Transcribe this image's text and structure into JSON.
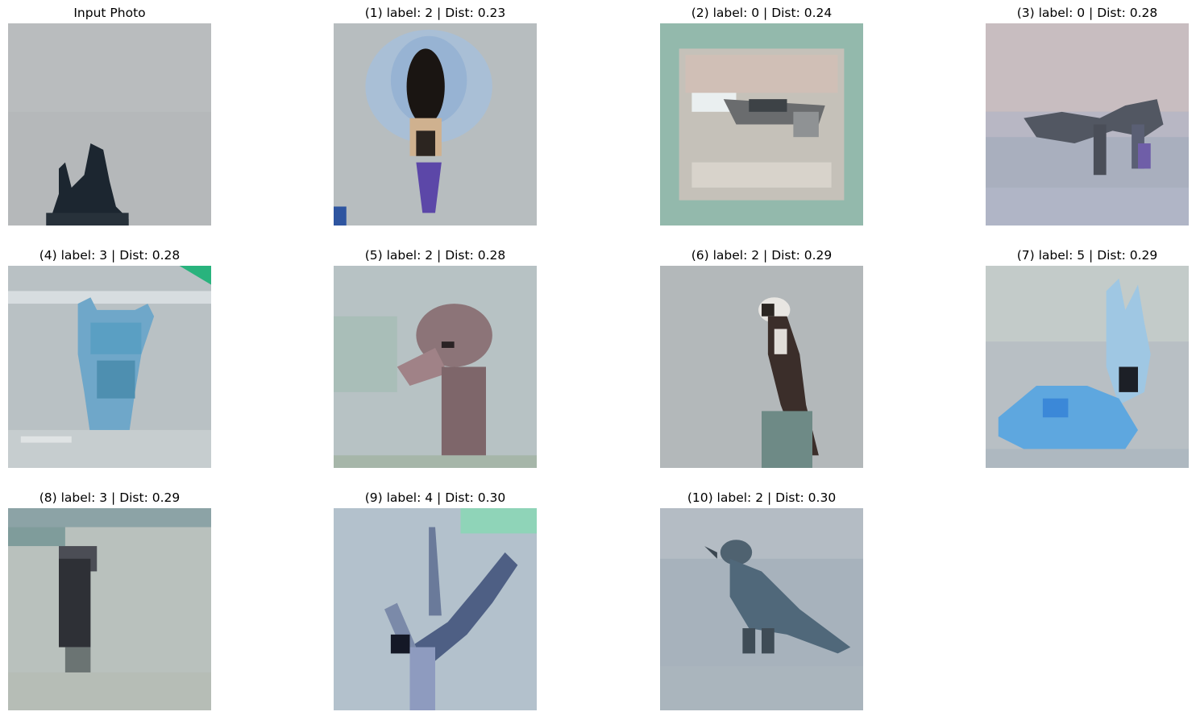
{
  "figure": {
    "panels": [
      {
        "title": "Input Photo",
        "subject": "small dark silhouette on grey background"
      },
      {
        "title": "(1) label: 2 | Dist: 0.23",
        "subject": "bird with dark head, light blue feathers"
      },
      {
        "title": "(2) label: 0 | Dist: 0.24",
        "subject": "airplane on teal background"
      },
      {
        "title": "(3) label: 0 | Dist: 0.28",
        "subject": "dark shape over water"
      },
      {
        "title": "(4) label: 3 | Dist: 0.28",
        "subject": "blue cat standing"
      },
      {
        "title": "(5) label: 2 | Dist: 0.28",
        "subject": "ostrich head"
      },
      {
        "title": "(6) label: 2 | Dist: 0.29",
        "subject": "bird perched on post"
      },
      {
        "title": "(7) label: 5 | Dist: 0.29",
        "subject": "blue dog lying"
      },
      {
        "title": "(8) label: 3 | Dist: 0.29",
        "subject": "dark standing figure"
      },
      {
        "title": "(9) label: 4 | Dist: 0.30",
        "subject": "antlered deer"
      },
      {
        "title": "(10) label: 2 | Dist: 0.30",
        "subject": "small bird"
      }
    ]
  }
}
